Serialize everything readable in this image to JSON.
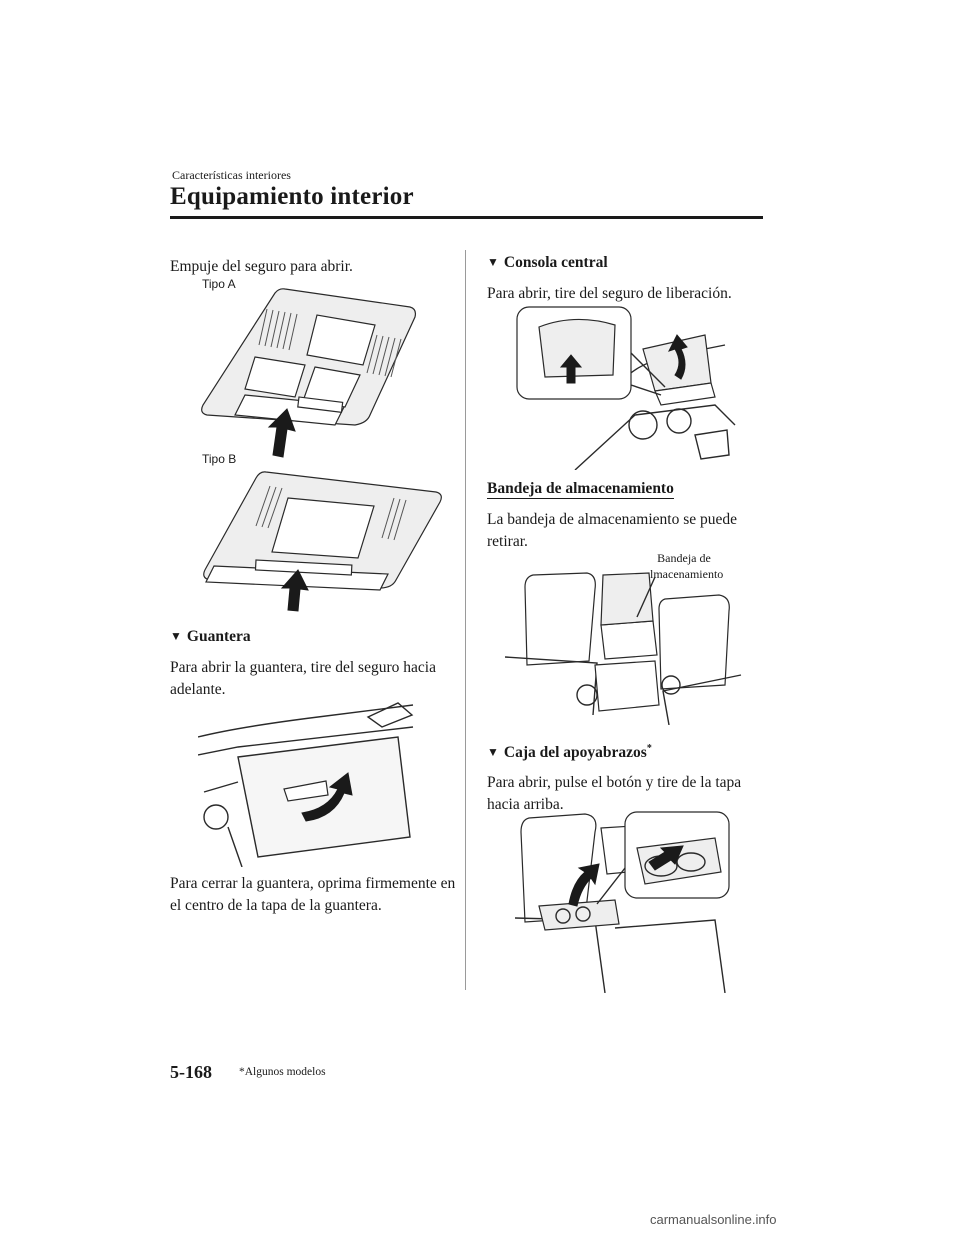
{
  "header": {
    "section": "Características interiores",
    "chapter": "Equipamiento interior"
  },
  "left": {
    "intro": "Empuje del seguro para abrir.",
    "tipo_a": "Tipo A",
    "tipo_b": "Tipo B",
    "glovebox": {
      "heading": "Guantera",
      "open_text": "Para abrir la guantera, tire del seguro hacia adelante.",
      "close_text": "Para cerrar la guantera, oprima firmemente en el centro de la tapa de la guantera."
    }
  },
  "right": {
    "console": {
      "heading": "Consola central",
      "text": "Para abrir, tire del seguro de liberación."
    },
    "tray": {
      "heading": "Bandeja de almacenamiento",
      "text": "La bandeja de almacenamiento se puede retirar.",
      "callout": "Bandeja de almacenamiento"
    },
    "armrest": {
      "heading": "Caja del apoyabrazos",
      "asterisk": "*",
      "text": "Para abrir, pulse el botón y tire de la tapa hacia arriba."
    }
  },
  "footer": {
    "page": "5-168",
    "footnote": "*Algunos modelos",
    "watermark": "carmanualsonline.info"
  },
  "icons": {
    "heading_marker": "triangle-down-icon",
    "arrows": "up-arrow-icon"
  }
}
